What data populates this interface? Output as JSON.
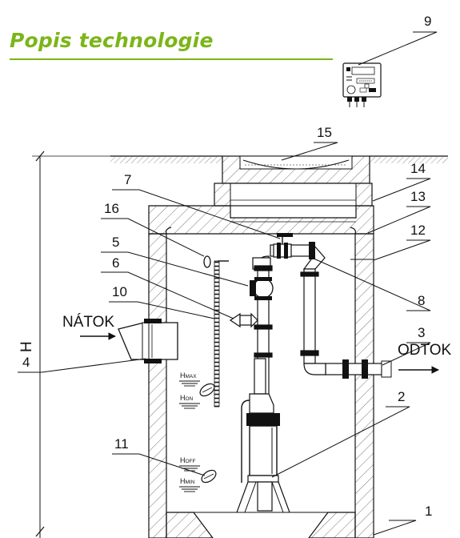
{
  "page": {
    "title": "Popis technologie"
  },
  "colors": {
    "accent": "#7cb518",
    "line": "#111111"
  },
  "callouts": [
    "1",
    "2",
    "3",
    "4",
    "5",
    "6",
    "7",
    "8",
    "9",
    "10",
    "11",
    "12",
    "13",
    "14",
    "15",
    "16"
  ],
  "flow": {
    "inlet": "NÁTOK",
    "outlet": "ODTOK"
  },
  "dimension": {
    "label": "H"
  },
  "levels": {
    "hmax": {
      "main": "H",
      "sub": "MAX"
    },
    "hon": {
      "main": "H",
      "sub": "ON"
    },
    "hoff": {
      "main": "H",
      "sub": "OFF"
    },
    "hmin": {
      "main": "H",
      "sub": "MIN"
    }
  }
}
